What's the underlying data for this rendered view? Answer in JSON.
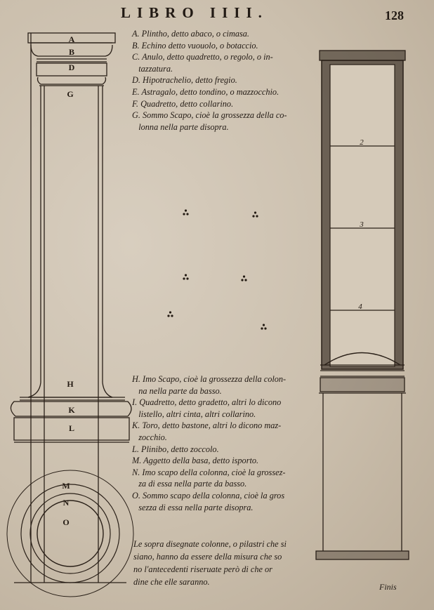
{
  "header": {
    "title": "LIBRO IIII.",
    "page_number": "128"
  },
  "column_labels": [
    "A",
    "B",
    "D",
    "G",
    "H",
    "K",
    "L",
    "M",
    "N",
    "O"
  ],
  "pilaster_numbers": [
    "2",
    "3",
    "4"
  ],
  "legend_top": [
    "A. Plintho, detto abaco, o cimasa.",
    "B. Echino detto vuouolo, o botaccio.",
    "C. Anulo, detto quadretto, o regolo, o in-",
    "   tazzatura.",
    "D. Hipotrachelio, detto fregio.",
    "E. Astragalo, detto tondino, o mazzocchio.",
    "F. Quadretto, detto collarino.",
    "G. Sommo Scapo, cioè la grossezza della co-",
    "   lonna nella parte disopra."
  ],
  "legend_bottom": [
    "H. Imo Scapo, cioè la grossezza della colon-",
    "   na nella parte da basso.",
    "I. Quadretto, detto gradetto, altri lo dicono",
    "   listello, altri cinta, altri collarino.",
    "K. Toro, detto bastone, altri lo dicono maz-",
    "   zocchio.",
    "L. Plinibo, detto zoccolo.",
    "M. Aggetto della basa, detto isporto.",
    "N. Imo scapo della colonna, cioè la grossez-",
    "   za di essa nella parte da basso.",
    "O. Sommo scapo della colonna, cioè la gros",
    "   sezza di essa nella parte disopra."
  ],
  "note": [
    "Le sopra disegnate colonne, o pilastri che si",
    "siano, hanno da essere della misura che so",
    "no l'antecedenti riseruate però di che or",
    "dine che elle saranno."
  ],
  "footer": {
    "finis": "Finis"
  }
}
